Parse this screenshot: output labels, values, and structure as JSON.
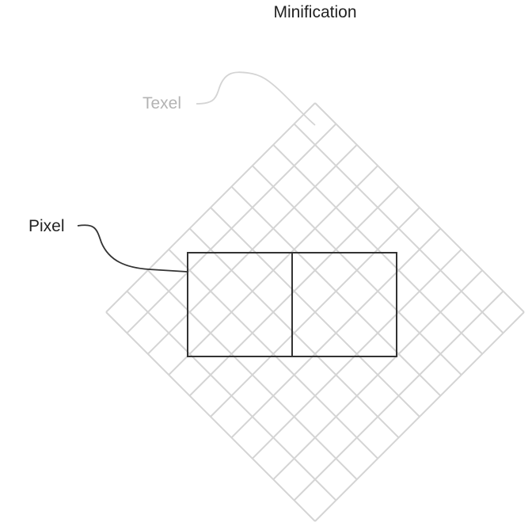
{
  "title": "Minification",
  "labels": {
    "texel": "Texel",
    "pixel": "Pixel"
  },
  "texel_grid": {
    "cells_per_side": 10,
    "rotation_deg": 45
  },
  "pixel_grid": {
    "columns": 2,
    "rows": 1
  },
  "colors": {
    "texel_grid": "#d4d4d4",
    "texel_label": "#b3b3b3",
    "pixel_grid": "#333333",
    "pixel_label": "#222222",
    "title": "#222222"
  }
}
